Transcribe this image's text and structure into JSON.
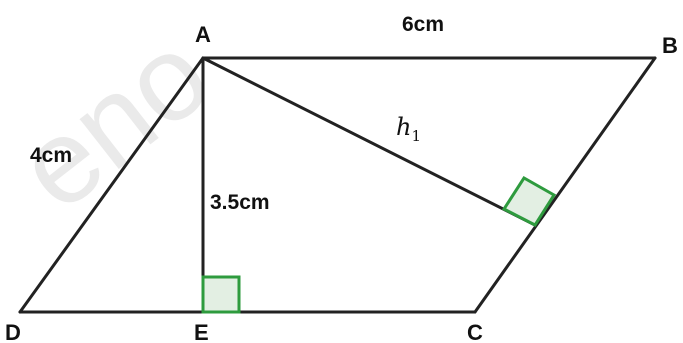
{
  "watermark": {
    "text": "eno"
  },
  "vertices": {
    "A": "A",
    "B": "B",
    "C": "C",
    "D": "D",
    "E": "E"
  },
  "lengths": {
    "ab": "6cm",
    "ad": "4cm",
    "ae": "3.5cm"
  },
  "height_label": {
    "main": "h",
    "sub": "1"
  },
  "colors": {
    "edge": "#222222",
    "right_angle_stroke": "#2e9b3e",
    "right_angle_fill": "#e3efe3"
  }
}
